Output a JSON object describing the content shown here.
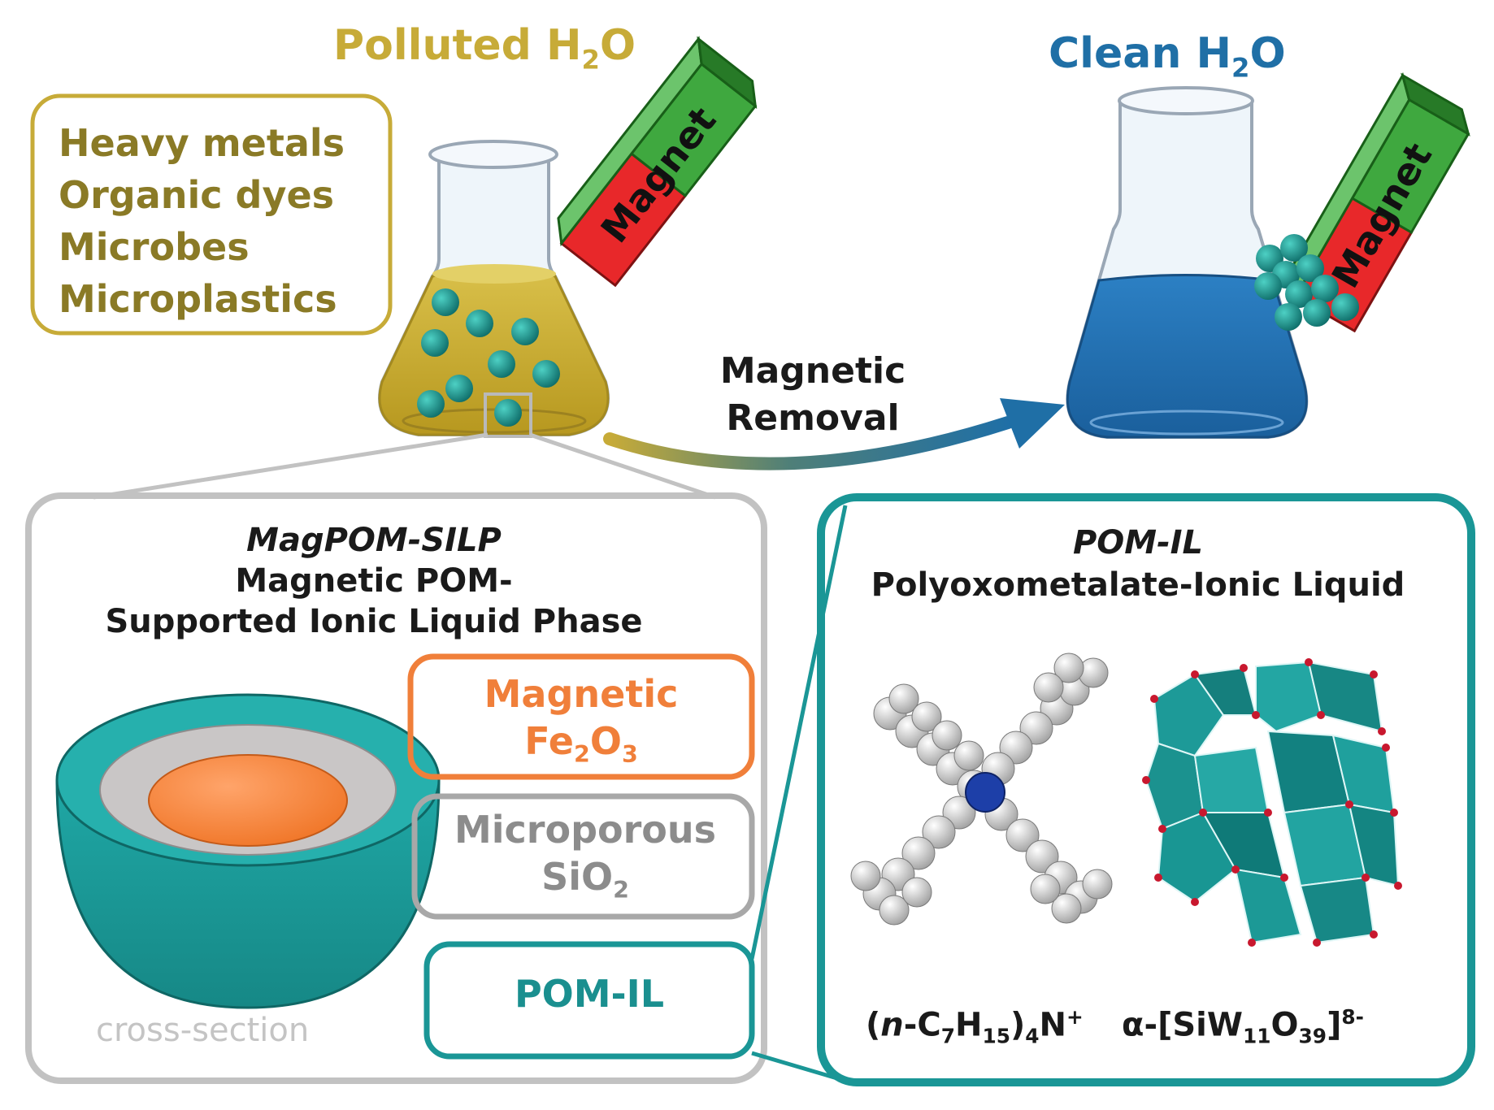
{
  "titles": {
    "polluted_prefix": "Polluted H",
    "polluted_sub": "2",
    "polluted_suffix": "O",
    "clean_prefix": "Clean H",
    "clean_sub": "2",
    "clean_suffix": "O"
  },
  "pollutants": [
    "Heavy metals",
    "Organic dyes",
    "Microbes",
    "Microplastics"
  ],
  "magnet_label": "Magnet",
  "arrow_label": [
    "Magnetic",
    "Removal"
  ],
  "silp": {
    "name": "MagPOM-SILP",
    "line1": "Magnetic POM-",
    "line2": "Supported Ionic Liquid Phase",
    "caption": "cross-section",
    "layers": {
      "core_line1": "Magnetic",
      "core_fe": "Fe",
      "core_sub1": "2",
      "core_o": "O",
      "core_sub2": "3",
      "shell_line1": "Microporous",
      "shell_si": "SiO",
      "shell_sub": "2",
      "outer": "POM-IL"
    }
  },
  "pomil": {
    "name": "POM-IL",
    "full": "Polyoxometalate-Ionic Liquid",
    "cation": {
      "open": "(",
      "n": "n",
      "c": "-C",
      "s1": "7",
      "h": "H",
      "s2": "15",
      "close": ")",
      "s3": "4",
      "n2": "N",
      "charge": "+"
    },
    "anion": {
      "pre": "α-[SiW",
      "s1": "11",
      "o": "O",
      "s2": "39",
      "close": "]",
      "charge": "8-"
    }
  },
  "colors": {
    "polluted": "#c7ab38",
    "clean": "#1f6fa6",
    "teal": "#1a9696",
    "orange": "#f07f3a",
    "gray": "#b5b5b5",
    "magnet_red": "#e8282a",
    "magnet_green": "#3fa83f"
  }
}
